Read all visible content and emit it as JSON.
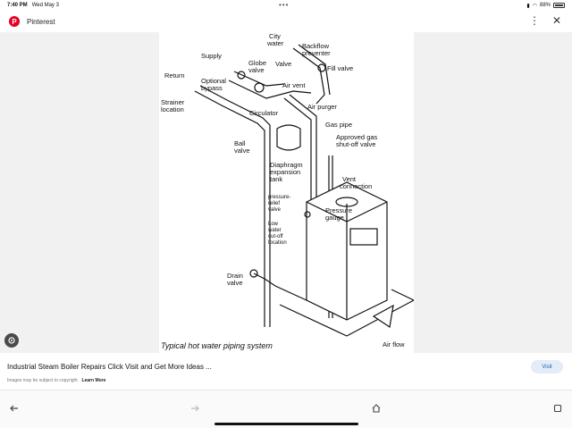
{
  "status_bar": {
    "time": "7:40 PM",
    "date": "Wed May 3",
    "battery": "88%"
  },
  "app": {
    "name": "Pinterest",
    "logo_letter": "P",
    "brand_color": "#e60023"
  },
  "diagram": {
    "labels": {
      "supply": "Supply",
      "return": "Return",
      "city_water_1": "City",
      "city_water_2": "water",
      "backflow_1": "Backflow",
      "backflow_2": "preventer",
      "globe_1": "Globe",
      "globe_2": "valve",
      "valve": "Valve",
      "fill_valve": "Fill valve",
      "optional_1": "Optional",
      "optional_2": "bypass",
      "air_vent": "Air vent",
      "strainer_1": "Strainer",
      "strainer_2": "location",
      "circulator": "Circulator",
      "air_purger": "Air purger",
      "gas_pipe": "Gas pipe",
      "ball_1": "Ball",
      "ball_2": "valve",
      "approved_1": "Approved gas",
      "approved_2": "shut-off valve",
      "diaphragm_1": "Diaphragm",
      "diaphragm_2": "expansion",
      "diaphragm_3": "tank",
      "vent_1": "Vent",
      "vent_2": "connection",
      "relief_1": "pressure-",
      "relief_2": "relief",
      "relief_3": "valve",
      "pressure_1": "Pressure",
      "pressure_2": "gauge",
      "low_1": "Low",
      "low_2": "water",
      "low_3": "cut-off",
      "low_4": "location",
      "drain_1": "Drain",
      "drain_2": "valve",
      "air_flow": "Air flow",
      "caption": "Typical hot water piping system"
    }
  },
  "pin": {
    "title": "Industrial Steam Boiler Repairs Click Visit and Get More Ideas ...",
    "copyright": "Images may be subject to copyright.",
    "learn_more": "Learn More",
    "visit_label": "Visit"
  },
  "icons": {
    "kebab": "more-options-icon",
    "close": "close-icon",
    "lens": "visual-search-icon",
    "back": "back-arrow-icon",
    "forward": "forward-arrow-icon",
    "home": "home-icon",
    "tabs": "tabs-icon"
  }
}
